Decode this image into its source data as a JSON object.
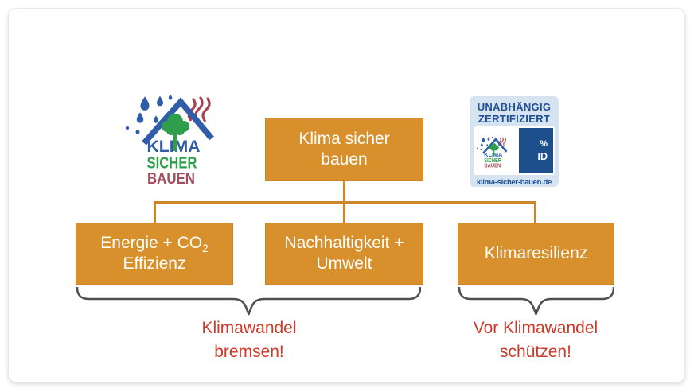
{
  "logo": {
    "klima": "KLIMA",
    "sicher": "SICHER",
    "bauen": "BAUEN"
  },
  "badge": {
    "title1": "UNABHÄNGIG",
    "title2": "ZERTIFIZIERT",
    "percent": "%",
    "id_label": "ID",
    "url": "klima-sicher-bauen.de"
  },
  "diagram": {
    "root": {
      "line1": "Klima sicher",
      "line2": "bauen"
    },
    "children": [
      {
        "line1": "Energie + CO",
        "line1_sub": "2",
        "line2": "Effizienz"
      },
      {
        "line1": "Nachhaltigkeit +",
        "line2": "Umwelt"
      },
      {
        "line1": "Klimaresilienz"
      }
    ],
    "captions": [
      {
        "line1": "Klimawandel",
        "line2": "bremsen!"
      },
      {
        "line1": "Vor Klimawandel",
        "line2": "schützen!"
      }
    ]
  },
  "colors": {
    "box_orange": "#D7902C",
    "connector_orange": "#CD862C",
    "caption_red": "#CE3928",
    "brace_gray": "#4F4F4F",
    "logo_blue": "#2F5DA8",
    "logo_green": "#2F9E4C",
    "logo_maroon": "#A34E5E",
    "badge_bg": "#D6E3F1",
    "badge_blue": "#1D4E96",
    "id_box_blue": "#1D4F8C"
  }
}
